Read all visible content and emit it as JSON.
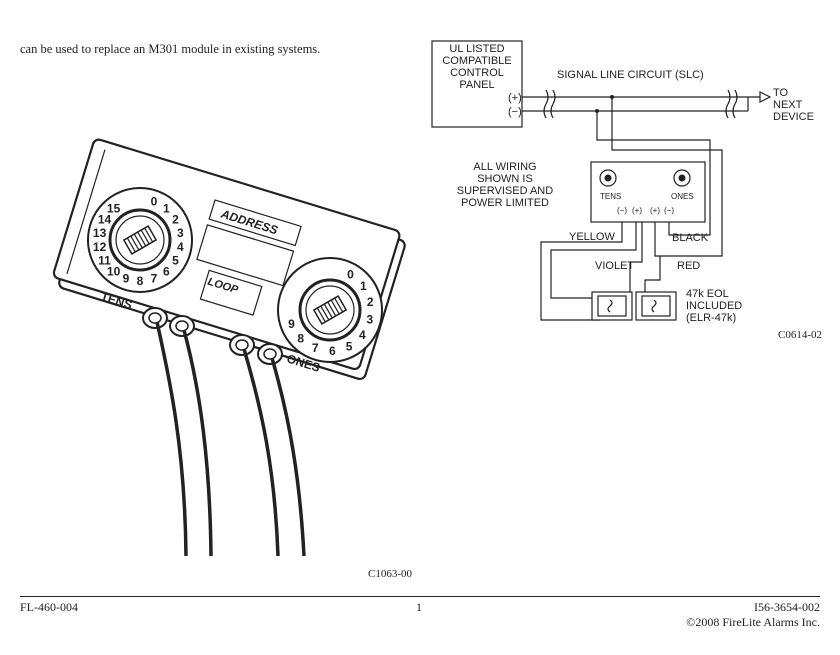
{
  "intro_text": "can be used to replace an M301 module in existing systems.",
  "left_figure": {
    "code": "C1063-00",
    "address_label": "ADDRESS",
    "loop_label": "LOOP",
    "tens_label": "TENS",
    "ones_label": "ONES",
    "tens_dial_numbers": [
      "0",
      "1",
      "2",
      "3",
      "4",
      "5",
      "6",
      "7",
      "8",
      "9",
      "10",
      "11",
      "12",
      "13",
      "14",
      "15"
    ],
    "ones_dial_numbers": [
      "0",
      "1",
      "2",
      "3",
      "4",
      "5",
      "6",
      "7",
      "8",
      "9"
    ]
  },
  "right_figure": {
    "code": "C0614-02",
    "panel_lines": [
      "UL LISTED",
      "COMPATIBLE",
      "CONTROL",
      "PANEL"
    ],
    "panel_plus": "(+)",
    "panel_minus": "(−)",
    "slc_label": "SIGNAL LINE CIRCUIT (SLC)",
    "next_device_lines": [
      "TO",
      "NEXT",
      "DEVICE"
    ],
    "wiring_note_lines": [
      "ALL WIRING",
      "SHOWN IS",
      "SUPERVISED AND",
      "POWER LIMITED"
    ],
    "module_tens": "TENS",
    "module_ones": "ONES",
    "terminals": [
      "(−)",
      "(+)",
      "(+)",
      "(−)"
    ],
    "wire_yellow": "YELLOW",
    "wire_black": "BLACK",
    "wire_violet": "VIOLET",
    "wire_red": "RED",
    "eol_lines": [
      "47k EOL",
      "INCLUDED",
      "(ELR-47k)"
    ]
  },
  "footer": {
    "left": "FL-460-004",
    "page": "1",
    "doc": "I56-3654-002",
    "copyright": "©2008 FireLite Alarms Inc."
  }
}
